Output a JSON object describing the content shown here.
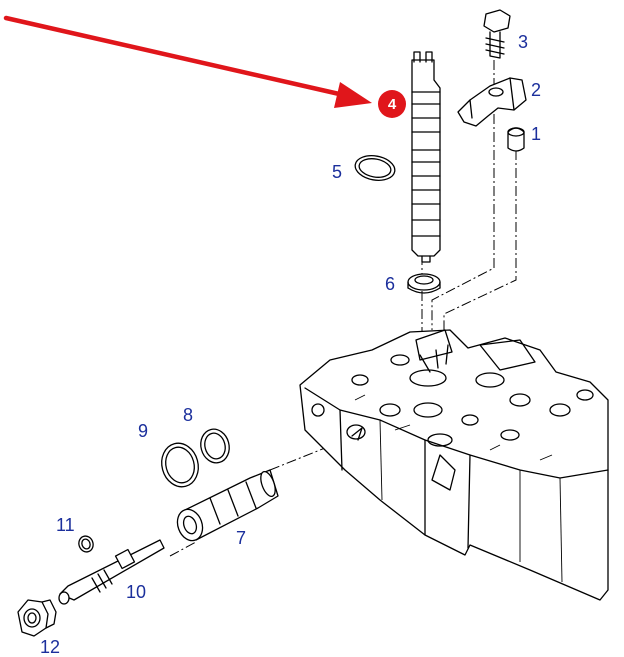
{
  "diagram": {
    "accent_color": "#e0161b",
    "label_color": "#1b2f9c",
    "highlight": {
      "badge_label": "4"
    },
    "callouts": [
      {
        "id": "1",
        "label": "1"
      },
      {
        "id": "2",
        "label": "2"
      },
      {
        "id": "3",
        "label": "3"
      },
      {
        "id": "5",
        "label": "5"
      },
      {
        "id": "6",
        "label": "6"
      },
      {
        "id": "7",
        "label": "7"
      },
      {
        "id": "8",
        "label": "8"
      },
      {
        "id": "9",
        "label": "9"
      },
      {
        "id": "10",
        "label": "10"
      },
      {
        "id": "11",
        "label": "11"
      },
      {
        "id": "12",
        "label": "12"
      }
    ]
  }
}
